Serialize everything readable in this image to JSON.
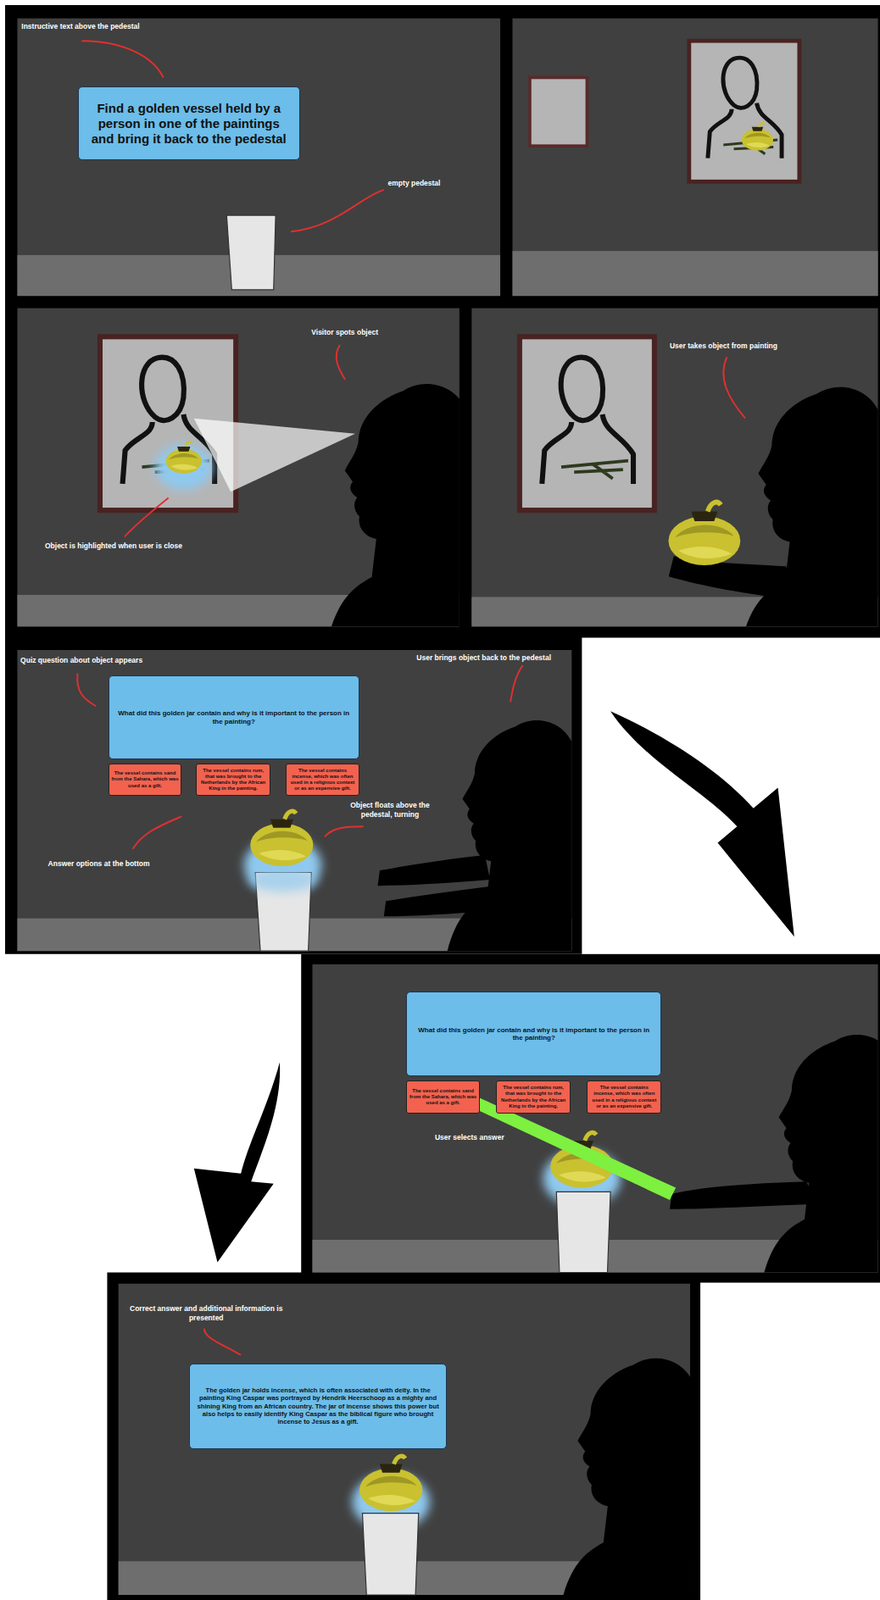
{
  "diagram": {
    "nodes": [
      {
        "text": [
          "Find a golden vessel held by a person in one of the paintings and bring it back to the pedestal"
        ]
      },
      {
        "text": [
          "What did this golden jar contain and why is it important to the person in the painting?"
        ]
      },
      {
        "text": [
          "The vessel contains sand from the Sahara, which was used as a gift."
        ]
      },
      {
        "text": [
          "The vessel contains rum, that was brought to the Netherlands by the African King in the painting."
        ]
      },
      {
        "text": [
          "The vessel contains incense, which was often used in a religious context or as an expensive gift."
        ]
      },
      {
        "text": [
          "What did this golden jar contain and why is it important to the person in the painting?"
        ]
      },
      {
        "text": [
          "The vessel contains sand from the Sahara, which was used as a gift."
        ]
      },
      {
        "text": [
          "The vessel contains rum, that was brought to the Netherlands by the African King in the painting."
        ]
      },
      {
        "text": [
          "The vessel contains incense, which was often used in a religious context or as an expensive gift."
        ]
      },
      {
        "text": [
          "The golden jar holds incense, which is often associated with deity. In the painting King Caspar was portrayed by Hendrik Heerschoop as a mighty and shining King from an African country. The jar of incense shows this power but also helps to easily identify King Caspar as the biblical figure who brought incense to Jesus as a gift."
        ]
      }
    ],
    "labels": [
      "Instructive text above the pedestal",
      "empty pedestal",
      "Visitor spots object",
      "Object is highlighted when user is close",
      "User takes object from painting",
      "Quiz question about object appears",
      "User brings object back to the pedestal",
      "Object floats above the pedestal, turning",
      "Answer options at the bottom",
      "User selects answer",
      "Correct answer and additional information is presented"
    ]
  }
}
